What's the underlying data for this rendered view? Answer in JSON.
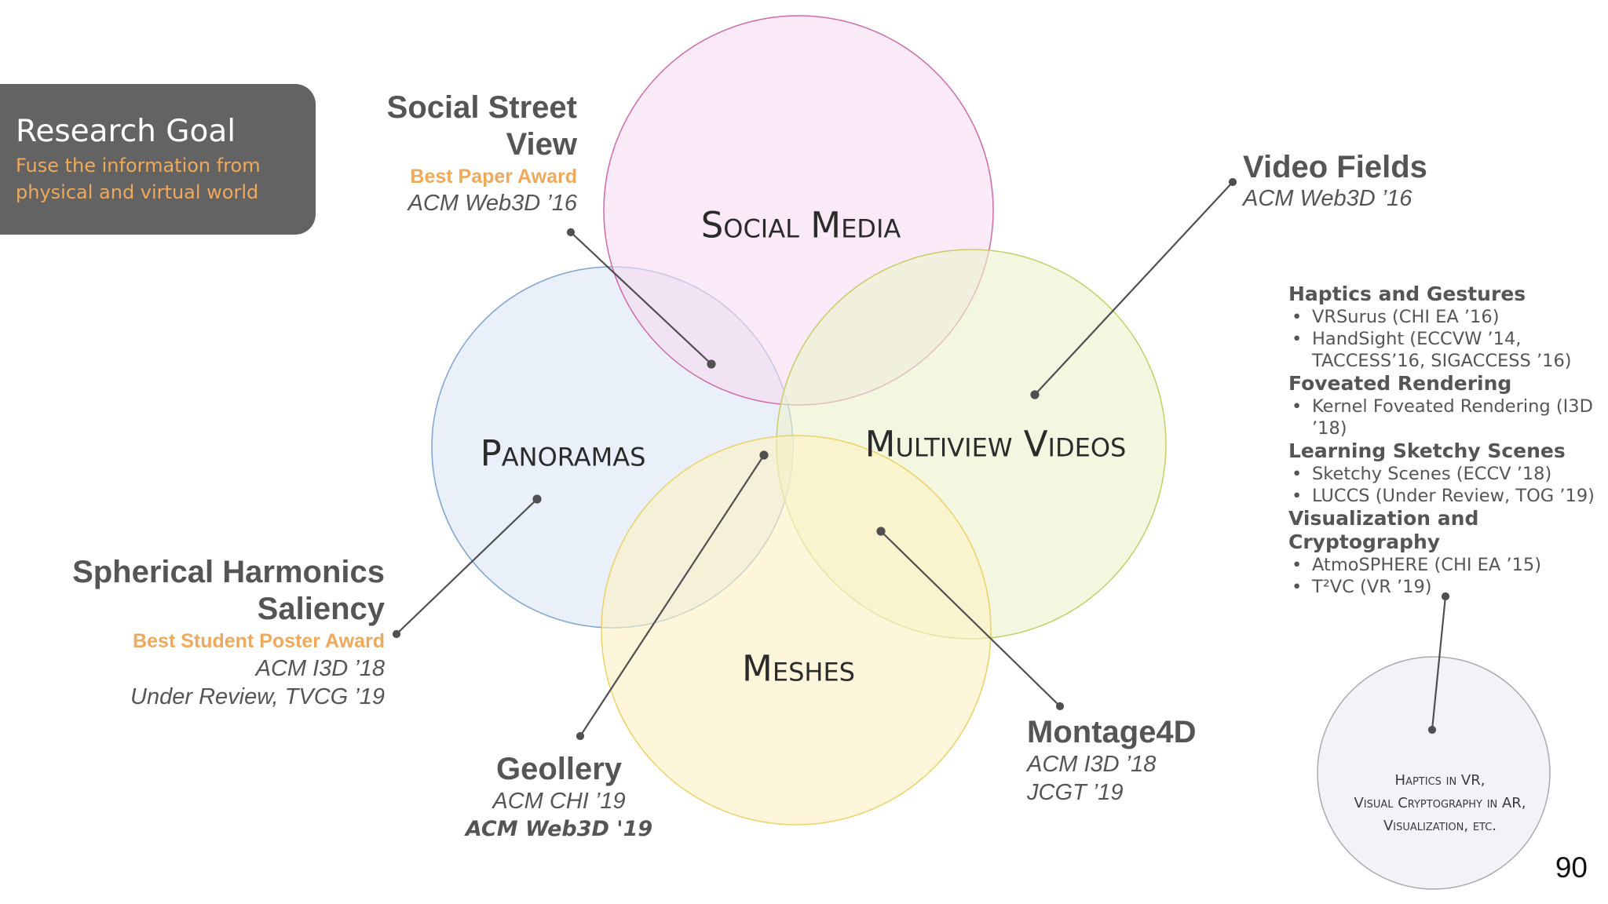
{
  "research_goal": {
    "title": "Research Goal",
    "subtitle_line1": "Fuse the information from",
    "subtitle_line2": "physical and virtual world"
  },
  "categories": {
    "social_media": "Social Media",
    "panoramas": "Panoramas",
    "multiview_videos": "Multiview Videos",
    "meshes": "Meshes"
  },
  "projects": {
    "social_street_view": {
      "title_line1": "Social Street",
      "title_line2": "View",
      "award": "Best Paper Award",
      "venue": "ACM Web3D ’16"
    },
    "video_fields": {
      "title": "Video Fields",
      "venue": "ACM Web3D ’16"
    },
    "spherical_harmonics_saliency": {
      "title_line1": "Spherical Harmonics",
      "title_line2": "Saliency",
      "award": "Best Student Poster Award",
      "venue1": "ACM I3D ’18",
      "venue2": "Under Review, TVCG ’19"
    },
    "geollery": {
      "title": "Geollery",
      "venue1": "ACM CHI ’19",
      "venue2": "ACM Web3D '19"
    },
    "montage4d": {
      "title": "Montage4D",
      "venue1": "ACM I3D ’18",
      "venue2": "JCGT ’19"
    }
  },
  "topics": {
    "haptics_heading": "Haptics and Gestures",
    "haptics_item1": "VRSurus (CHI EA ’16)",
    "haptics_item2_line1": "HandSight (ECCVW ’14,",
    "haptics_item2_line2": "TACCESS’16, SIGACCESS ’16)",
    "foveated_heading": "Foveated Rendering",
    "foveated_item1": "Kernel Foveated Rendering (I3D ’18)",
    "sketchy_heading": "Learning Sketchy Scenes",
    "sketchy_item1": "Sketchy Scenes (ECCV ’18)",
    "sketchy_item2": "LUCCS (Under Review, TOG ’19)",
    "vis_heading_line1": "Visualization and",
    "vis_heading_line2": "Cryptography",
    "vis_item1": "AtmoSPHERE (CHI EA ’15)",
    "vis_item2": "T²VC (VR ’19)",
    "bullet": "•"
  },
  "future_circle": {
    "line1": "Haptics in VR,",
    "line2": "Visual Cryptography in AR,",
    "line3": "Visualization, etc."
  },
  "page_number": "90",
  "colors": {
    "social_media": "#f7dcf0",
    "panoramas": "#dce6f6",
    "multiview_videos": "#ecf2cd",
    "meshes": "#fbf0c4",
    "award": "#f0a95a",
    "goal_box": "#636363"
  }
}
